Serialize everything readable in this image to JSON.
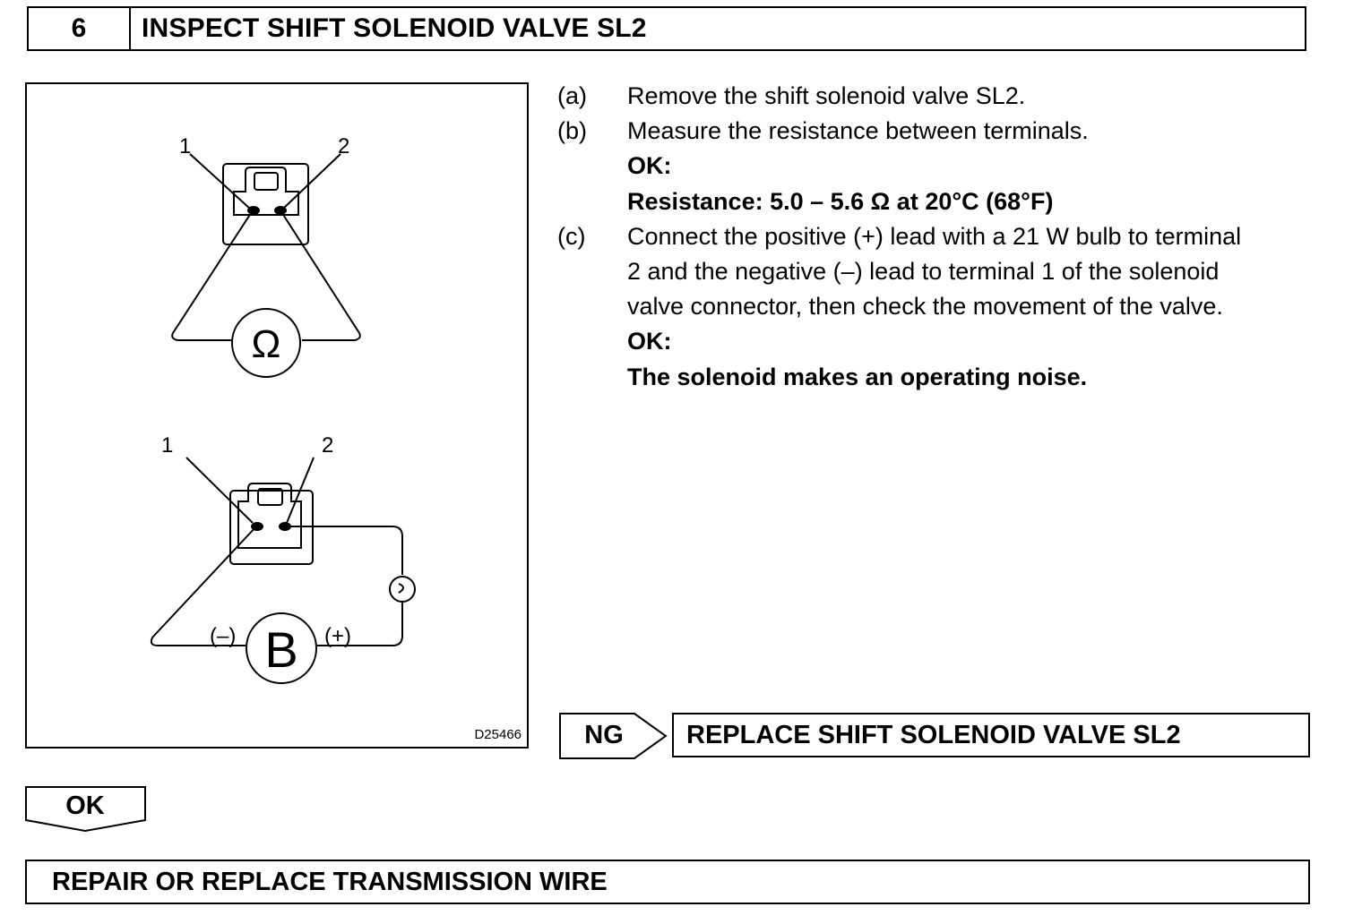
{
  "step": {
    "number": "6",
    "title": "INSPECT SHIFT SOLENOID VALVE SL2"
  },
  "figure": {
    "code": "D25466",
    "top_diagram": {
      "terminal_1": "1",
      "terminal_2": "2",
      "meter_symbol": "Ω"
    },
    "bottom_diagram": {
      "terminal_1": "1",
      "terminal_2": "2",
      "battery_symbol": "B",
      "negative_label": "(–)",
      "positive_label": "(+)"
    }
  },
  "instructions": {
    "a": {
      "letter": "(a)",
      "text": "Remove the shift  solenoid valve SL2."
    },
    "b": {
      "letter": "(b)",
      "text": "Measure the resistance between terminals.",
      "ok_label": "OK:",
      "ok_spec": "Resistance: 5.0 – 5.6 Ω at 20°C (68°F)"
    },
    "c": {
      "letter": "(c)",
      "line1": "Connect the positive (+) lead with a 21 W bulb to terminal",
      "line2": "2 and the negative (–) lead to terminal 1 of the solenoid",
      "line3": "valve connector, then check the movement of the valve.",
      "ok_label": "OK:",
      "ok_spec": "The solenoid makes an operating noise."
    }
  },
  "ng_branch": {
    "label": "NG",
    "result": "REPLACE SHIFT SOLENOID VALVE SL2"
  },
  "ok_branch": {
    "label": "OK"
  },
  "final_action": "REPAIR OR REPLACE TRANSMISSION WIRE"
}
